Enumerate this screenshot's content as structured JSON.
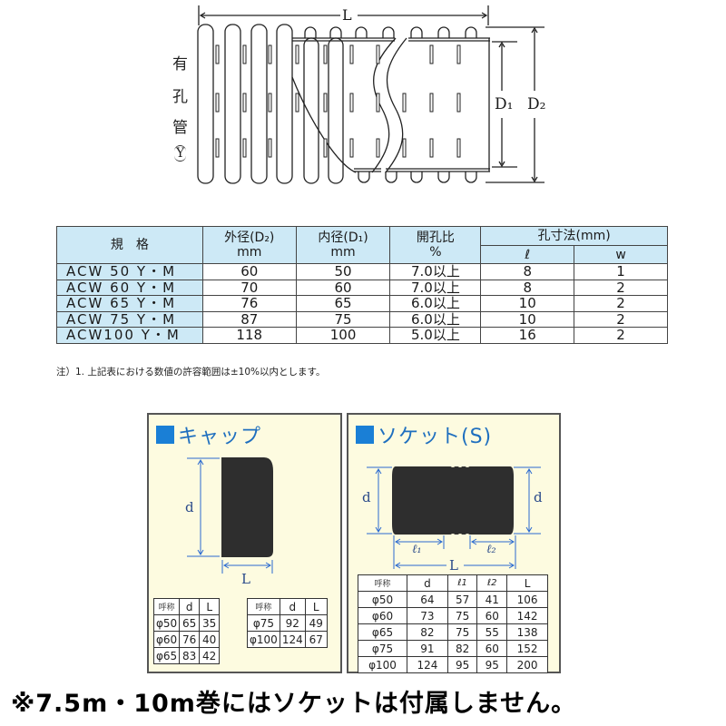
{
  "diagram": {
    "side_label": [
      "有",
      "孔",
      "管",
      "Y"
    ],
    "dim_length": "L",
    "dim_inner": "D₁",
    "dim_outer": "D₂"
  },
  "spec_table": {
    "headers": {
      "model": "規　格",
      "outer_diameter": "外径(D₂)",
      "outer_unit": "mm",
      "inner_diameter": "内径(D₁)",
      "inner_unit": "mm",
      "open_ratio": "開孔比",
      "open_ratio_unit": "%",
      "hole_size": "孔寸法(mm)",
      "hole_l": "ℓ",
      "hole_w": "w"
    },
    "rows": [
      {
        "model": "ACW  50  Y・M",
        "outer": "60",
        "inner": "50",
        "ratio": "7.0以上",
        "l": "8",
        "w": "1"
      },
      {
        "model": "ACW  60  Y・M",
        "outer": "70",
        "inner": "60",
        "ratio": "7.0以上",
        "l": "8",
        "w": "2"
      },
      {
        "model": "ACW  65  Y・M",
        "outer": "76",
        "inner": "65",
        "ratio": "6.0以上",
        "l": "10",
        "w": "2"
      },
      {
        "model": "ACW  75  Y・M",
        "outer": "87",
        "inner": "75",
        "ratio": "6.0以上",
        "l": "10",
        "w": "2"
      },
      {
        "model": "ACW100  Y・M",
        "outer": "118",
        "inner": "100",
        "ratio": "5.0以上",
        "l": "16",
        "w": "2"
      }
    ],
    "note": "注）1. 上記表における数値の許容範囲は±10%以内とします。"
  },
  "cap": {
    "title": "キャップ",
    "dim_d": "d",
    "dim_L": "L",
    "table_left": {
      "headers": [
        "呼称",
        "d",
        "L"
      ],
      "rows": [
        [
          "φ50",
          "65",
          "35"
        ],
        [
          "φ60",
          "76",
          "40"
        ],
        [
          "φ65",
          "83",
          "42"
        ]
      ]
    },
    "table_right": {
      "headers": [
        "呼称",
        "d",
        "L"
      ],
      "rows": [
        [
          "φ75",
          "92",
          "49"
        ],
        [
          "φ100",
          "124",
          "67"
        ]
      ]
    }
  },
  "socket": {
    "title": "ソケット(S)",
    "dim_d": "d",
    "dim_l1": "ℓ₁",
    "dim_l2": "ℓ₂",
    "dim_L": "L",
    "table": {
      "headers": [
        "呼称",
        "d",
        "ℓ1",
        "ℓ2",
        "L"
      ],
      "rows": [
        [
          "φ50",
          "64",
          "57",
          "41",
          "106"
        ],
        [
          "φ60",
          "73",
          "75",
          "60",
          "142"
        ],
        [
          "φ65",
          "82",
          "75",
          "55",
          "138"
        ],
        [
          "φ75",
          "91",
          "82",
          "60",
          "152"
        ],
        [
          "φ100",
          "124",
          "95",
          "95",
          "200"
        ]
      ]
    }
  },
  "footer": "※7.5m・10m巻にはソケットは付属しません。",
  "colors": {
    "table_header_bg": "#cde9f6",
    "panel_bg": "#fdfbe0",
    "title_blue": "#1f6fbf",
    "square_blue": "#1a7fd6",
    "part_dark": "#2e2e2e"
  }
}
